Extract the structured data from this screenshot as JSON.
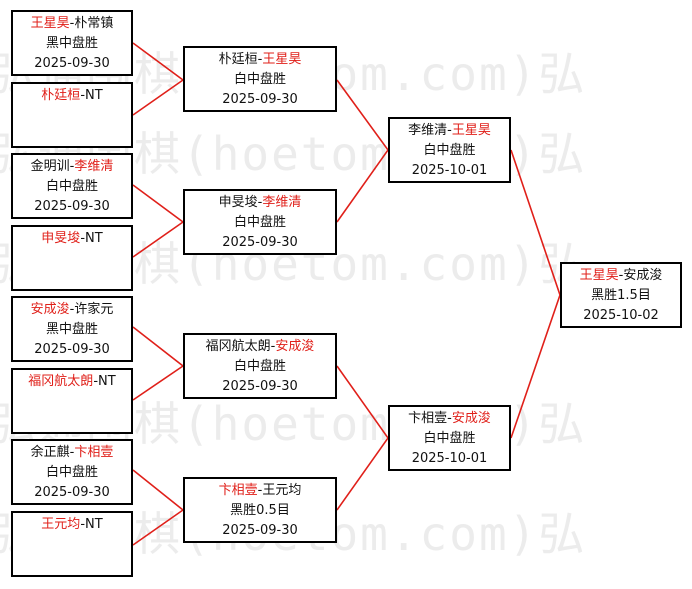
{
  "watermark": "弘通围棋(hoetom.com)弘",
  "colors": {
    "winner": "#e0201a",
    "line": "#e0201a",
    "border": "#000000"
  },
  "round1": [
    {
      "p1": "王星昊",
      "p2": "朴常镇",
      "winner": 1,
      "result": "黑中盘胜",
      "date": "2025-09-30"
    },
    {
      "p1": "朴廷桓",
      "p2": "NT",
      "winner": 1,
      "result": "",
      "date": ""
    },
    {
      "p1": "金明训",
      "p2": "李维清",
      "winner": 2,
      "result": "白中盘胜",
      "date": "2025-09-30"
    },
    {
      "p1": "申旻埈",
      "p2": "NT",
      "winner": 1,
      "result": "",
      "date": ""
    },
    {
      "p1": "安成浚",
      "p2": "许家元",
      "winner": 1,
      "result": "黑中盘胜",
      "date": "2025-09-30"
    },
    {
      "p1": "福冈航太朗",
      "p2": "NT",
      "winner": 1,
      "result": "",
      "date": ""
    },
    {
      "p1": "余正麒",
      "p2": "卞相壹",
      "winner": 2,
      "result": "白中盘胜",
      "date": "2025-09-30"
    },
    {
      "p1": "王元均",
      "p2": "NT",
      "winner": 1,
      "result": "",
      "date": ""
    }
  ],
  "round2": [
    {
      "p1": "朴廷桓",
      "p2": "王星昊",
      "winner": 2,
      "result": "白中盘胜",
      "date": "2025-09-30"
    },
    {
      "p1": "申旻埈",
      "p2": "李维清",
      "winner": 2,
      "result": "白中盘胜",
      "date": "2025-09-30"
    },
    {
      "p1": "福冈航太朗",
      "p2": "安成浚",
      "winner": 2,
      "result": "白中盘胜",
      "date": "2025-09-30"
    },
    {
      "p1": "卞相壹",
      "p2": "王元均",
      "winner": 1,
      "result": "黑胜0.5目",
      "date": "2025-09-30"
    }
  ],
  "round3": [
    {
      "p1": "李维清",
      "p2": "王星昊",
      "winner": 2,
      "result": "白中盘胜",
      "date": "2025-10-01"
    },
    {
      "p1": "卞相壹",
      "p2": "安成浚",
      "winner": 2,
      "result": "白中盘胜",
      "date": "2025-10-01"
    }
  ],
  "final": [
    {
      "p1": "王星昊",
      "p2": "安成浚",
      "winner": 1,
      "result": "黑胜1.5目",
      "date": "2025-10-02"
    }
  ]
}
